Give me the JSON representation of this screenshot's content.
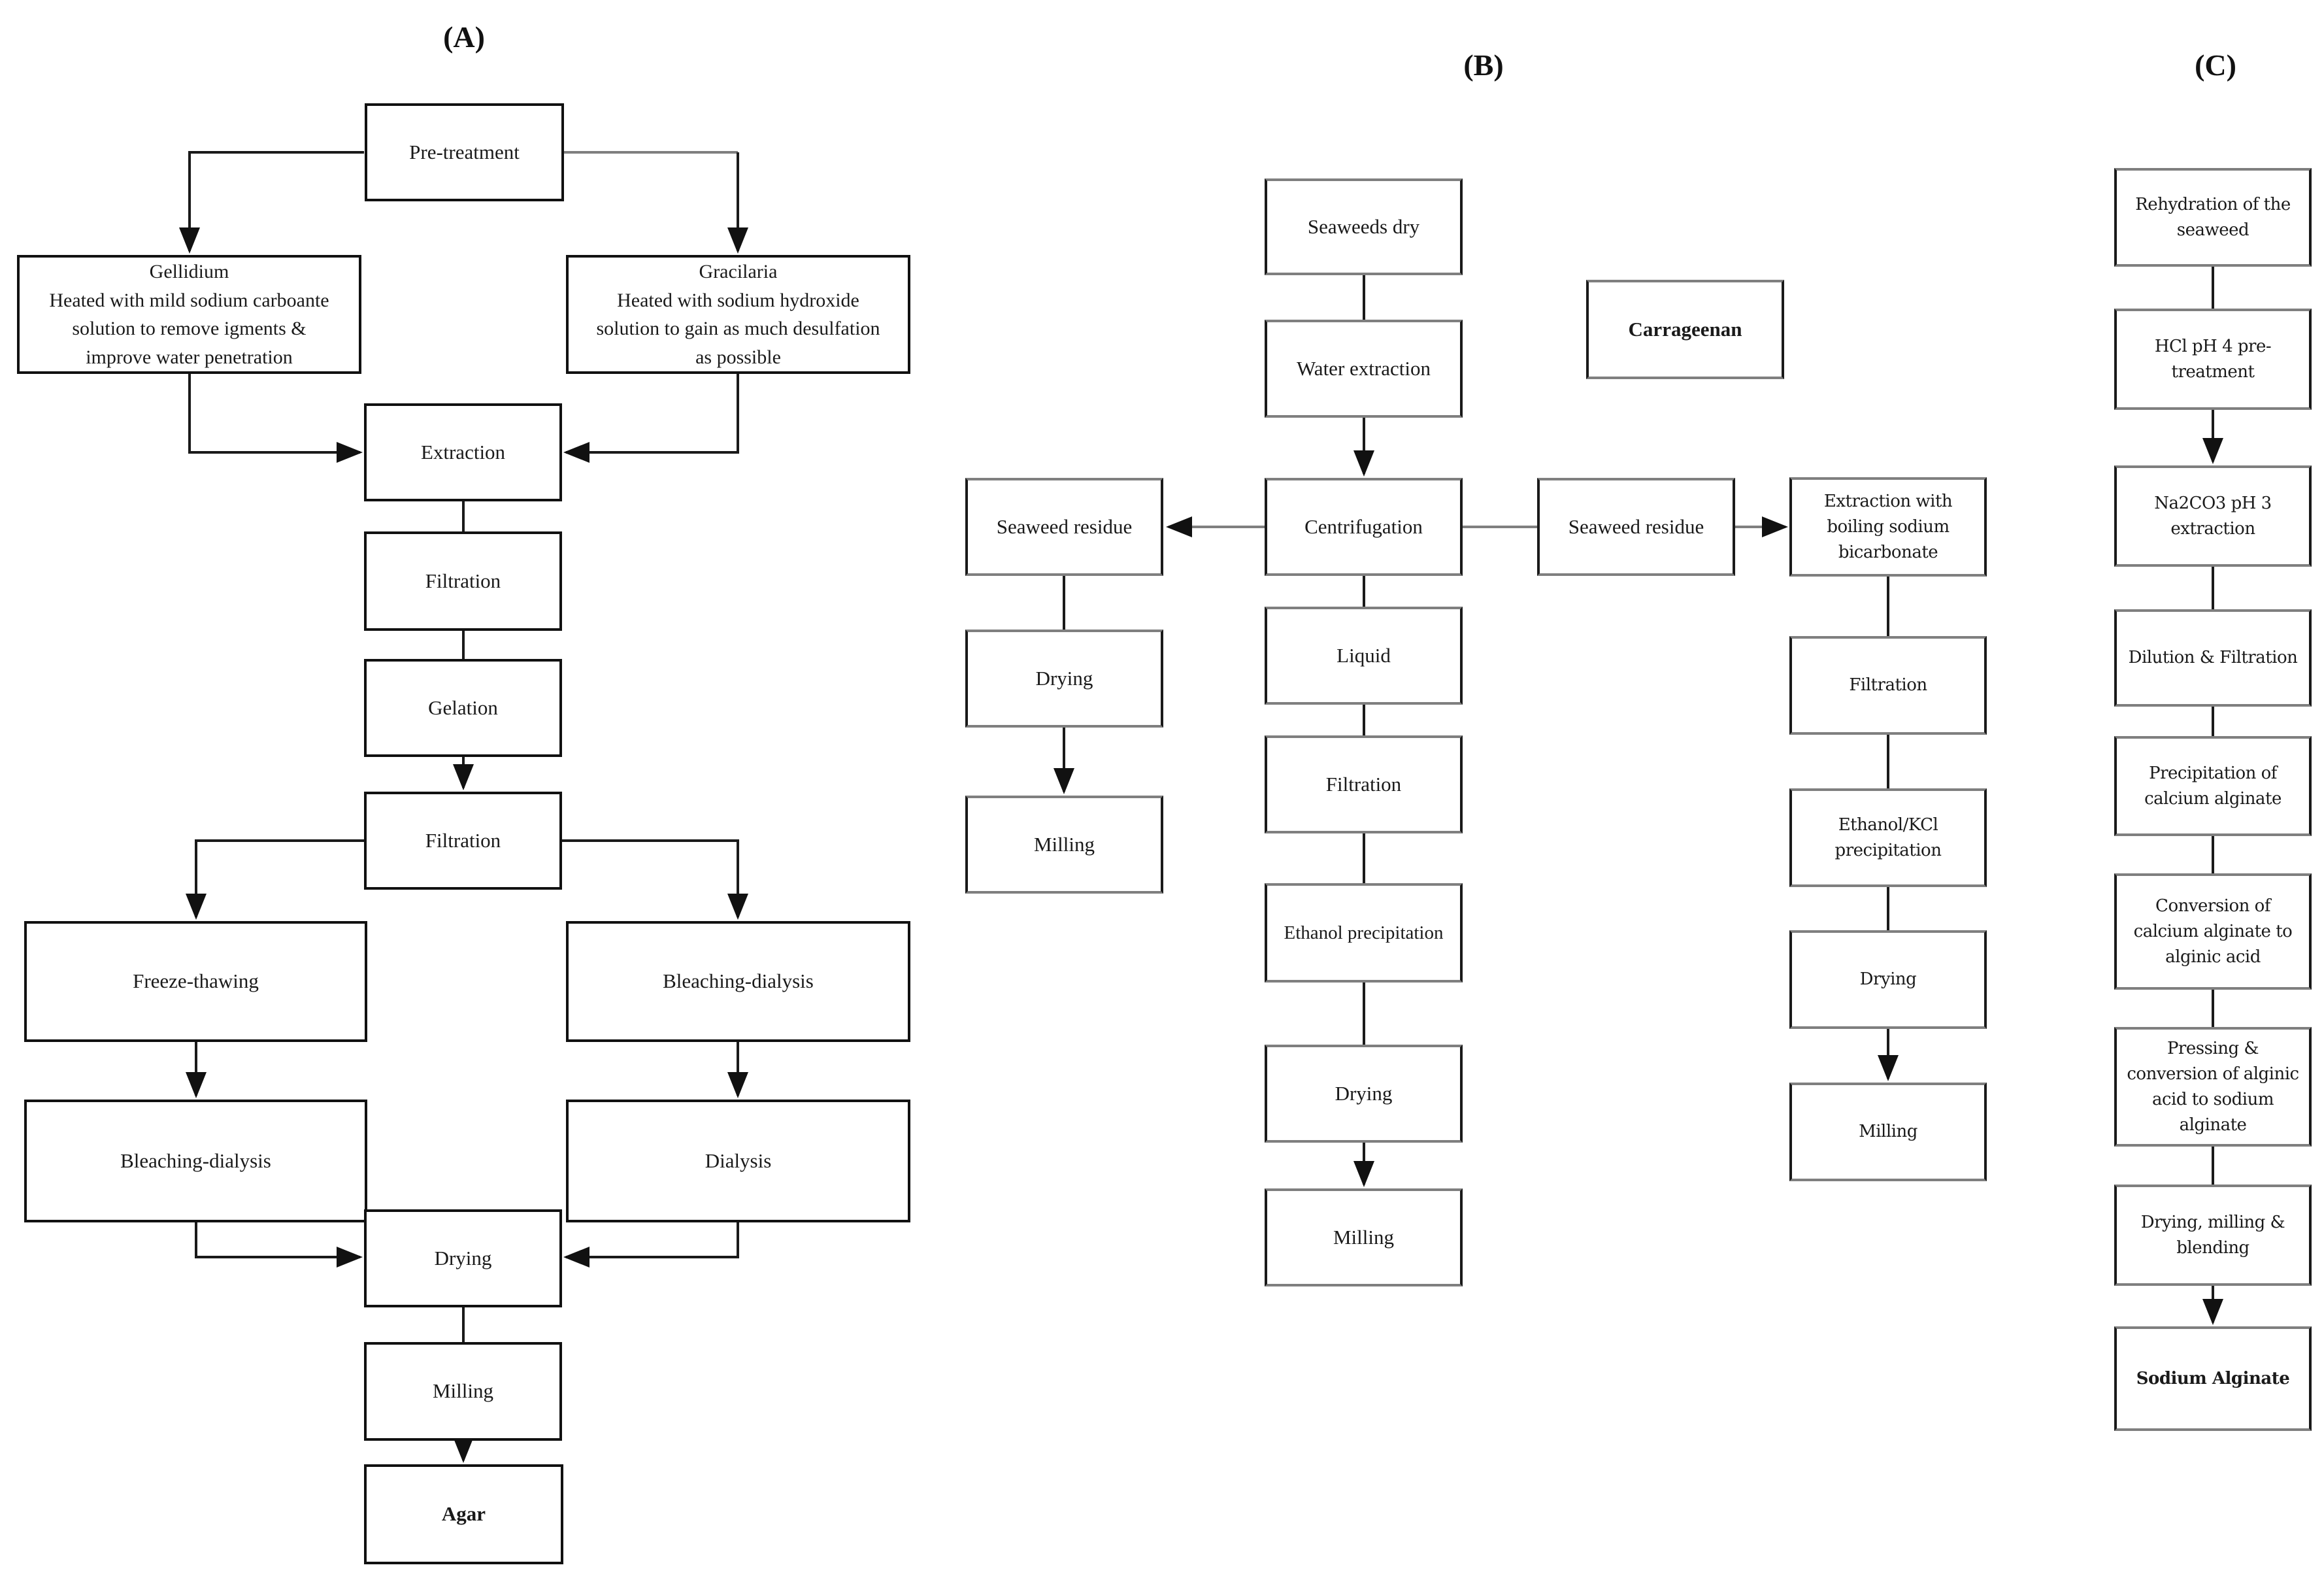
{
  "sections": {
    "a": {
      "label": "(A)",
      "nodes": {
        "pretreatment": "Pre-treatment",
        "gellidium": "Gellidium\nHeated with mild sodium carboante\nsolution to remove igments &\nimprove water penetration",
        "gracilaria": "Gracilaria\nHeated with sodium hydroxide\nsolution to gain as much desulfation\nas possible",
        "extraction": "Extraction",
        "filtration1": "Filtration",
        "gelation": "Gelation",
        "filtration2": "Filtration",
        "freeze_thawing": "Freeze-thawing",
        "bleaching_dialysis_right": "Bleaching-dialysis",
        "bleaching_dialysis_left": "Bleaching-dialysis",
        "dialysis": "Dialysis",
        "drying": "Drying",
        "milling": "Milling",
        "agar": "Agar"
      }
    },
    "b": {
      "label": "(B)",
      "nodes": {
        "seaweeds_dry": "Seaweeds dry",
        "water_extraction": "Water extraction",
        "carrageenan": "Carrageenan",
        "seaweed_residue_left": "Seaweed residue",
        "centrifugation": "Centrifugation",
        "seaweed_residue_right": "Seaweed residue",
        "extraction_boiling": "Extraction with\nboiling sodium\nbicarbonate",
        "liquid": "Liquid",
        "drying_left": "Drying",
        "milling_left": "Milling",
        "filtration_center": "Filtration",
        "ethanol_precipitation": "Ethanol precipitation",
        "drying_center": "Drying",
        "milling_center": "Milling",
        "filtration_right": "Filtration",
        "ethanol_kcl": "Ethanol/KCl\nprecipitation",
        "drying_right": "Drying",
        "milling_right": "Milling"
      }
    },
    "c": {
      "label": "(C)",
      "nodes": {
        "rehydration": "Rehydration of the\nseaweed",
        "hcl": "HCl pH 4 pre-\ntreatment",
        "na2co3": "Na2CO3 pH 3\nextraction",
        "dilution": "Dilution & Filtration",
        "precipitation": "Precipitation of\ncalcium alginate",
        "conversion": "Conversion of\ncalcium alginate to\nalginic acid",
        "pressing": "Pressing &\nconversion of alginic\nacid to sodium\nalginate",
        "drying_milling_blending": "Drying, milling &\nblending",
        "sodium_alginate": "Sodium Alginate"
      }
    }
  },
  "colors": {
    "background": "#ffffff",
    "box_border_dark": "#111111",
    "box_border_gray": "#7f7f7f",
    "line": "#1a1a1a",
    "line_gray": "#7f7f7f",
    "text": "#1a1a1a"
  }
}
